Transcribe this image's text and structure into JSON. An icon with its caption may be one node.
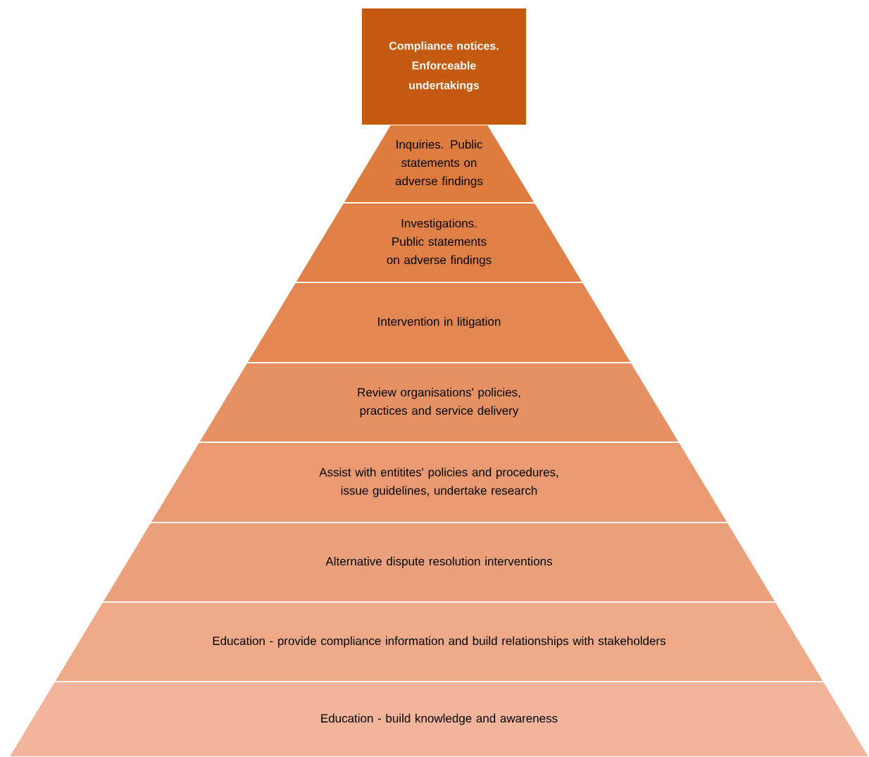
{
  "diagram": {
    "nodes": [
      {
        "text": [
          "Compliance notices. Enforceable undertakings"
        ]
      },
      {
        "text": [
          "Inquiries. Public statements on adverse findings"
        ]
      },
      {
        "text": [
          "Investigations. Public statements on adverse findings"
        ]
      },
      {
        "text": [
          "Intervention in litigation"
        ]
      },
      {
        "text": [
          "Review organisations' policies, practices and service delivery"
        ]
      },
      {
        "text": [
          "Assist with entitites' policies and procedures, issue guidelines, undertake research"
        ]
      },
      {
        "text": [
          "Alternative dispute resolution interventions"
        ]
      },
      {
        "text": [
          "Education - provide compliance information and build relationships with stakeholders"
        ]
      },
      {
        "text": [
          "Education - build knowledge and awareness"
        ]
      }
    ]
  }
}
